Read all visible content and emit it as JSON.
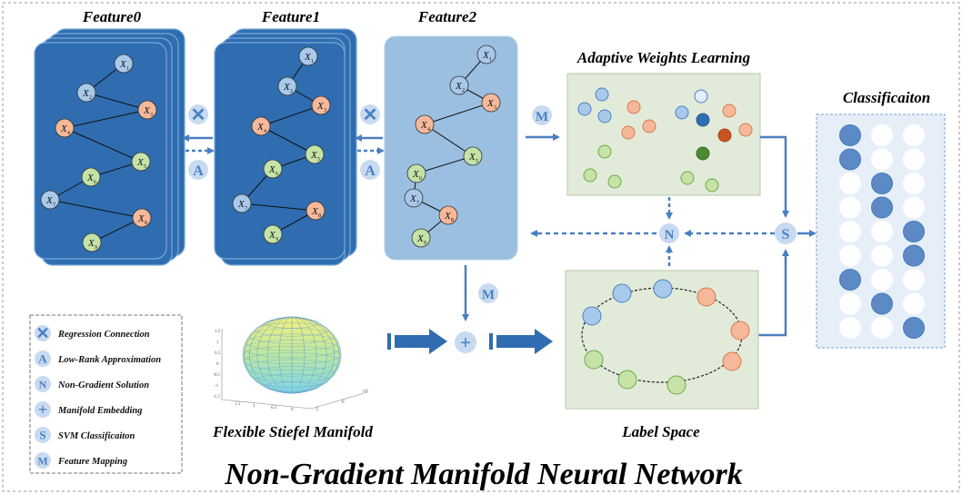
{
  "titles": {
    "feature0": "Feature0",
    "feature1": "Feature1",
    "feature2": "Feature2",
    "adaptive": "Adaptive Weights Learning",
    "classification": "Classificaiton",
    "stiefel": "Flexible Stiefel Manifold",
    "label_space": "Label Space",
    "main": "Non-Gradient Manifold Neural Network"
  },
  "node_letter": "X",
  "nodes": [
    {
      "sub": "1",
      "color": "blue"
    },
    {
      "sub": "2",
      "color": "blue"
    },
    {
      "sub": "3",
      "color": "orange"
    },
    {
      "sub": "4",
      "color": "orange"
    },
    {
      "sub": "5",
      "color": "green"
    },
    {
      "sub": "6",
      "color": "green"
    },
    {
      "sub": "7",
      "color": "blue"
    },
    {
      "sub": "8",
      "color": "orange"
    },
    {
      "sub": "9",
      "color": "green"
    }
  ],
  "symbols": {
    "regression": "✕",
    "low_rank": "A",
    "non_gradient": "N",
    "manifold": "+",
    "svm": "S",
    "mapping": "M"
  },
  "legend": [
    {
      "icon": "regression",
      "label": "Regression Connection"
    },
    {
      "icon": "low_rank",
      "label": "Low-Rank Approximation"
    },
    {
      "icon": "non_gradient",
      "label": "Non-Gradient Solution"
    },
    {
      "icon": "manifold",
      "label": "Manifold Embedding"
    },
    {
      "icon": "svm",
      "label": "SVM Classificaiton"
    },
    {
      "icon": "mapping",
      "label": "Feature Mapping"
    }
  ],
  "colors": {
    "dark_panel": "#2f6db0",
    "light_panel": "#9bbfe0",
    "panel_green": "#e2ebd9",
    "class_panel": "#e6eff8",
    "icon_bg": "#c8daf0",
    "icon_fg": "#4a80c4",
    "arrow": "#4a7fc1",
    "node_blue": "#a9c9ea",
    "node_orange": "#f6b89a",
    "node_green": "#c5e2a7",
    "class_dot": "#5b8ac6"
  },
  "classification_grid": [
    [
      1,
      0,
      0
    ],
    [
      1,
      0,
      0
    ],
    [
      0,
      1,
      0
    ],
    [
      0,
      1,
      0
    ],
    [
      0,
      0,
      1
    ],
    [
      0,
      0,
      1
    ],
    [
      1,
      0,
      0
    ],
    [
      0,
      1,
      0
    ],
    [
      0,
      0,
      1
    ]
  ]
}
